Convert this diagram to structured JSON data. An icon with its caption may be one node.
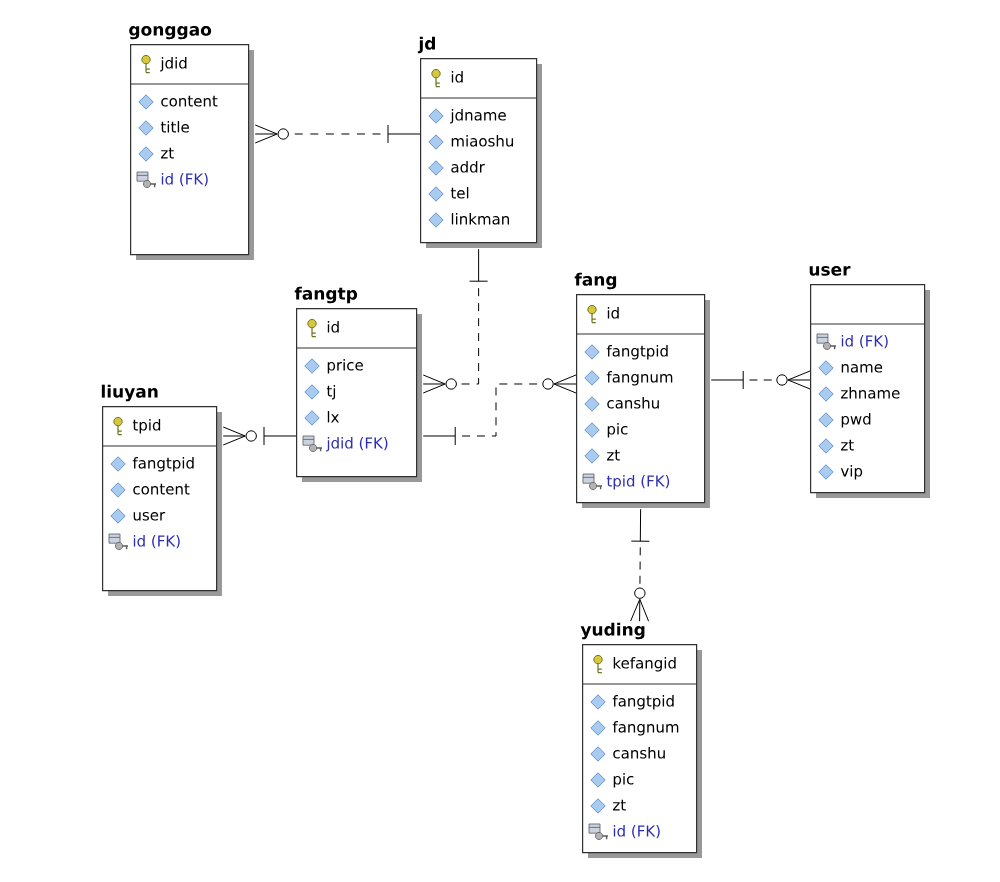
{
  "diagram": {
    "nodes": [
      {
        "text": [
          "gonggao",
          "jdid",
          "content",
          "title",
          "zt",
          "id (FK)"
        ]
      },
      {
        "text": [
          "jd",
          "id",
          "jdname",
          "miaoshu",
          "addr",
          "tel",
          "linkman"
        ]
      },
      {
        "text": [
          "liuyan",
          "tpid",
          "fangtpid",
          "content",
          "user",
          "id (FK)"
        ]
      },
      {
        "text": [
          "fangtp",
          "id",
          "price",
          "tj",
          "lx",
          "jdid (FK)"
        ]
      },
      {
        "text": [
          "fang",
          "id",
          "fangtpid",
          "fangnum",
          "canshu",
          "pic",
          "zt",
          "tpid (FK)"
        ]
      },
      {
        "text": [
          "user",
          "id (FK)",
          "name",
          "zhname",
          "pwd",
          "zt",
          "vip"
        ]
      },
      {
        "text": [
          "yuding",
          "kefangid",
          "fangtpid",
          "fangnum",
          "canshu",
          "pic",
          "zt",
          "id (FK)"
        ]
      }
    ],
    "edges": [
      {
        "from": 1,
        "to": 0,
        "arrow": "other",
        "style": "dashed"
      },
      {
        "from": 1,
        "to": 3,
        "arrow": "other",
        "style": "dashed"
      },
      {
        "from": 3,
        "to": 4,
        "arrow": "other",
        "style": "dashed"
      },
      {
        "from": 3,
        "to": 2,
        "arrow": "other",
        "style": "dashed"
      },
      {
        "from": 4,
        "to": 5,
        "arrow": "other",
        "style": "dashed"
      },
      {
        "from": 4,
        "to": 6,
        "arrow": "other",
        "style": "dashed"
      }
    ]
  }
}
